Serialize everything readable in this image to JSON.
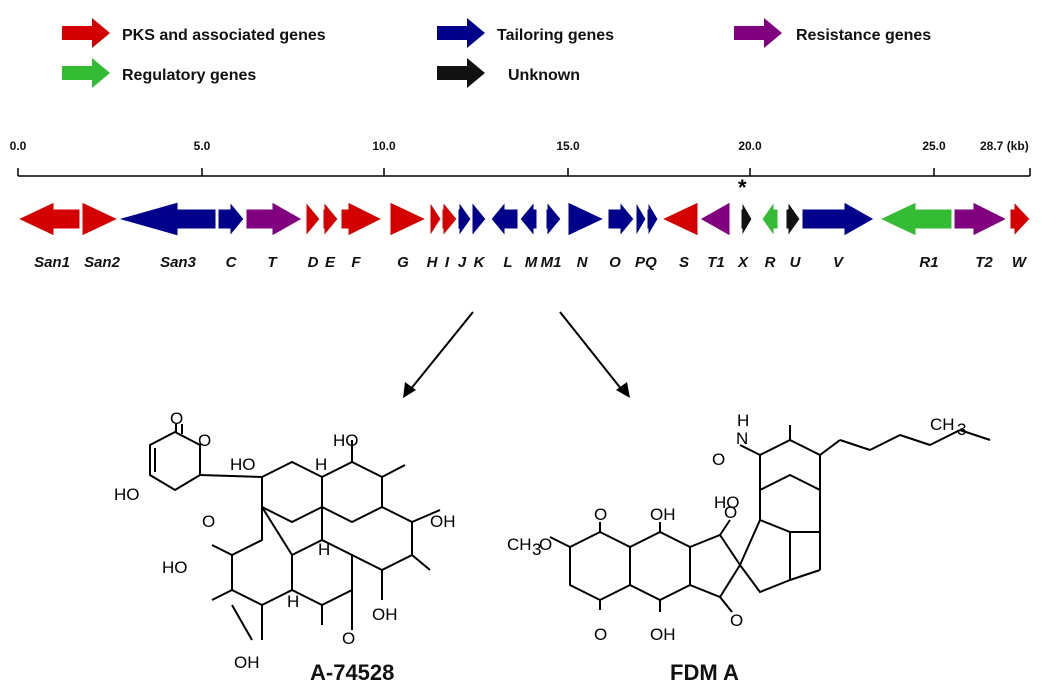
{
  "colors": {
    "pks": "#d40000",
    "tailoring": "#00008b",
    "resistance": "#800080",
    "regulatory": "#33bb33",
    "unknown": "#111111"
  },
  "legend": [
    {
      "label": "PKS and associated genes",
      "color": "#d40000"
    },
    {
      "label": "Tailoring genes",
      "color": "#00008b"
    },
    {
      "label": "Resistance genes",
      "color": "#800080"
    },
    {
      "label": "Regulatory genes",
      "color": "#33bb33"
    },
    {
      "label": "Unknown",
      "color": "#111111"
    }
  ],
  "scale": {
    "ticks": [
      "0.0",
      "5.0",
      "10.0",
      "15.0",
      "20.0",
      "25.0"
    ],
    "end_label": "28.7 (kb)"
  },
  "star": "*",
  "genes": [
    {
      "label": "San1",
      "type": "pks",
      "dir": "left"
    },
    {
      "label": "San2",
      "type": "pks",
      "dir": "right"
    },
    {
      "label": "San3",
      "type": "tailoring",
      "dir": "left"
    },
    {
      "label": "C",
      "type": "tailoring",
      "dir": "right"
    },
    {
      "label": "T",
      "type": "resistance",
      "dir": "right"
    },
    {
      "label": "D",
      "type": "pks",
      "dir": "right"
    },
    {
      "label": "E",
      "type": "pks",
      "dir": "right"
    },
    {
      "label": "F",
      "type": "pks",
      "dir": "right"
    },
    {
      "label": "G",
      "type": "pks",
      "dir": "right"
    },
    {
      "label": "H",
      "type": "pks",
      "dir": "right"
    },
    {
      "label": "I",
      "type": "pks",
      "dir": "right"
    },
    {
      "label": "J",
      "type": "tailoring",
      "dir": "right"
    },
    {
      "label": "K",
      "type": "tailoring",
      "dir": "right"
    },
    {
      "label": "L",
      "type": "tailoring",
      "dir": "left"
    },
    {
      "label": "M",
      "type": "tailoring",
      "dir": "left"
    },
    {
      "label": "M1",
      "type": "tailoring",
      "dir": "right"
    },
    {
      "label": "N",
      "type": "tailoring",
      "dir": "right"
    },
    {
      "label": "O",
      "type": "tailoring",
      "dir": "right"
    },
    {
      "label": "P",
      "type": "tailoring",
      "dir": "right"
    },
    {
      "label": "Q",
      "type": "tailoring",
      "dir": "right"
    },
    {
      "label": "S",
      "type": "pks",
      "dir": "left"
    },
    {
      "label": "T1",
      "type": "resistance",
      "dir": "left"
    },
    {
      "label": "X",
      "type": "unknown",
      "dir": "right"
    },
    {
      "label": "R",
      "type": "regulatory",
      "dir": "left"
    },
    {
      "label": "U",
      "type": "unknown",
      "dir": "right"
    },
    {
      "label": "V",
      "type": "tailoring",
      "dir": "right"
    },
    {
      "label": "R1",
      "type": "regulatory",
      "dir": "left"
    },
    {
      "label": "T2",
      "type": "resistance",
      "dir": "right"
    },
    {
      "label": "W",
      "type": "pks",
      "dir": "right"
    }
  ],
  "compounds": [
    {
      "name": "A-74528"
    },
    {
      "name": "FDM A"
    }
  ],
  "atoms": {
    "o": "O",
    "ho": "HO",
    "oh": "OH",
    "h": "H",
    "n": "N",
    "ch3": "CH",
    "sub3": "3",
    "ch3o": "CH",
    "o_tail": "O"
  }
}
